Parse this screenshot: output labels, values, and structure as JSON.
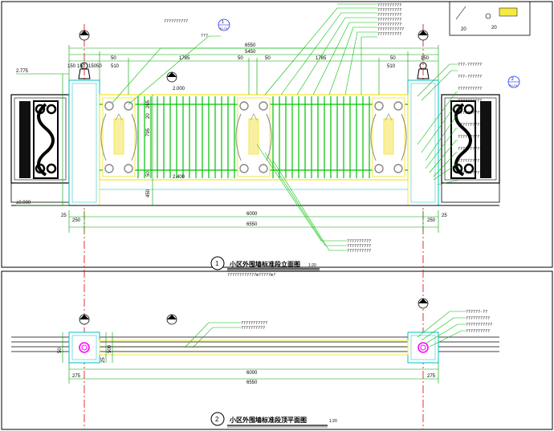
{
  "sheet": {
    "elevation_title": "小区外围墙标准段立面图",
    "elevation_number": "1",
    "elevation_scale": "1:20",
    "elevation_note": "????????????m?????m?",
    "plan_title": "小区外围墙标准段顶平面图",
    "plan_number": "2",
    "plan_scale": "1:20"
  },
  "dimensions": {
    "top_total": "6550",
    "top_inner": "5450",
    "seg_1785_left": "1785",
    "seg_1785_right": "1785",
    "seg_50_a": "50",
    "seg_50_b": "50",
    "seg_50_c": "50",
    "seg_50_d": "50",
    "seg_510_left": "510",
    "seg_510_right": "510",
    "left_150_a": "150",
    "left_150_b": "150",
    "left_150_c": "150",
    "left_50": "50",
    "right_150": "150",
    "bottom_6000": "6000",
    "bottom_6550": "6550",
    "bottom_250_left": "250",
    "bottom_250_right": "250",
    "bottom_25_left": "25",
    "bottom_25_right": "25",
    "v_265": "265",
    "v_20": "20",
    "v_795": "795",
    "v_50": "50",
    "v_450": "450",
    "level_top": "2.775",
    "level_bottom": "±0.000",
    "plan_6000": "6000",
    "plan_6550": "6550",
    "plan_275_left": "275",
    "plan_275_right": "275",
    "plan_500": "500",
    "plan_50": "50",
    "plan_25": "25",
    "elev_2000": "2.000",
    "elev_2400": "2.400"
  },
  "notes": {
    "top_right": [
      "??????????",
      "??????????",
      "??????????",
      "??????????",
      "??????????",
      "???????????",
      "??????????"
    ],
    "right_side": [
      "???-??????",
      "???-??????",
      "??????????",
      "??????????",
      "??????????",
      "??????????",
      "??????????",
      "??????????",
      "??????????",
      "??????????"
    ],
    "bottom_center": [
      "??????????",
      "??????????",
      "??????????"
    ],
    "plan_center": [
      "???????????",
      "??????????"
    ],
    "plan_right": [
      "??????-??",
      "??????????",
      "???????????",
      "??????????"
    ],
    "leader_left": "??????????",
    "leader_center": "???"
  },
  "callouts": {
    "c1_top": "1",
    "c1_bottom": "??-??",
    "c2_top": "2",
    "c2_bottom": "??-??"
  },
  "colors": {
    "frame": "#000000",
    "wall": "#f5e942",
    "rail": "#00c000",
    "dim": "#00a000",
    "cyan": "#00c0c0",
    "magenta": "#ff00ff",
    "red": "#e00000",
    "blue": "#2030ff"
  }
}
